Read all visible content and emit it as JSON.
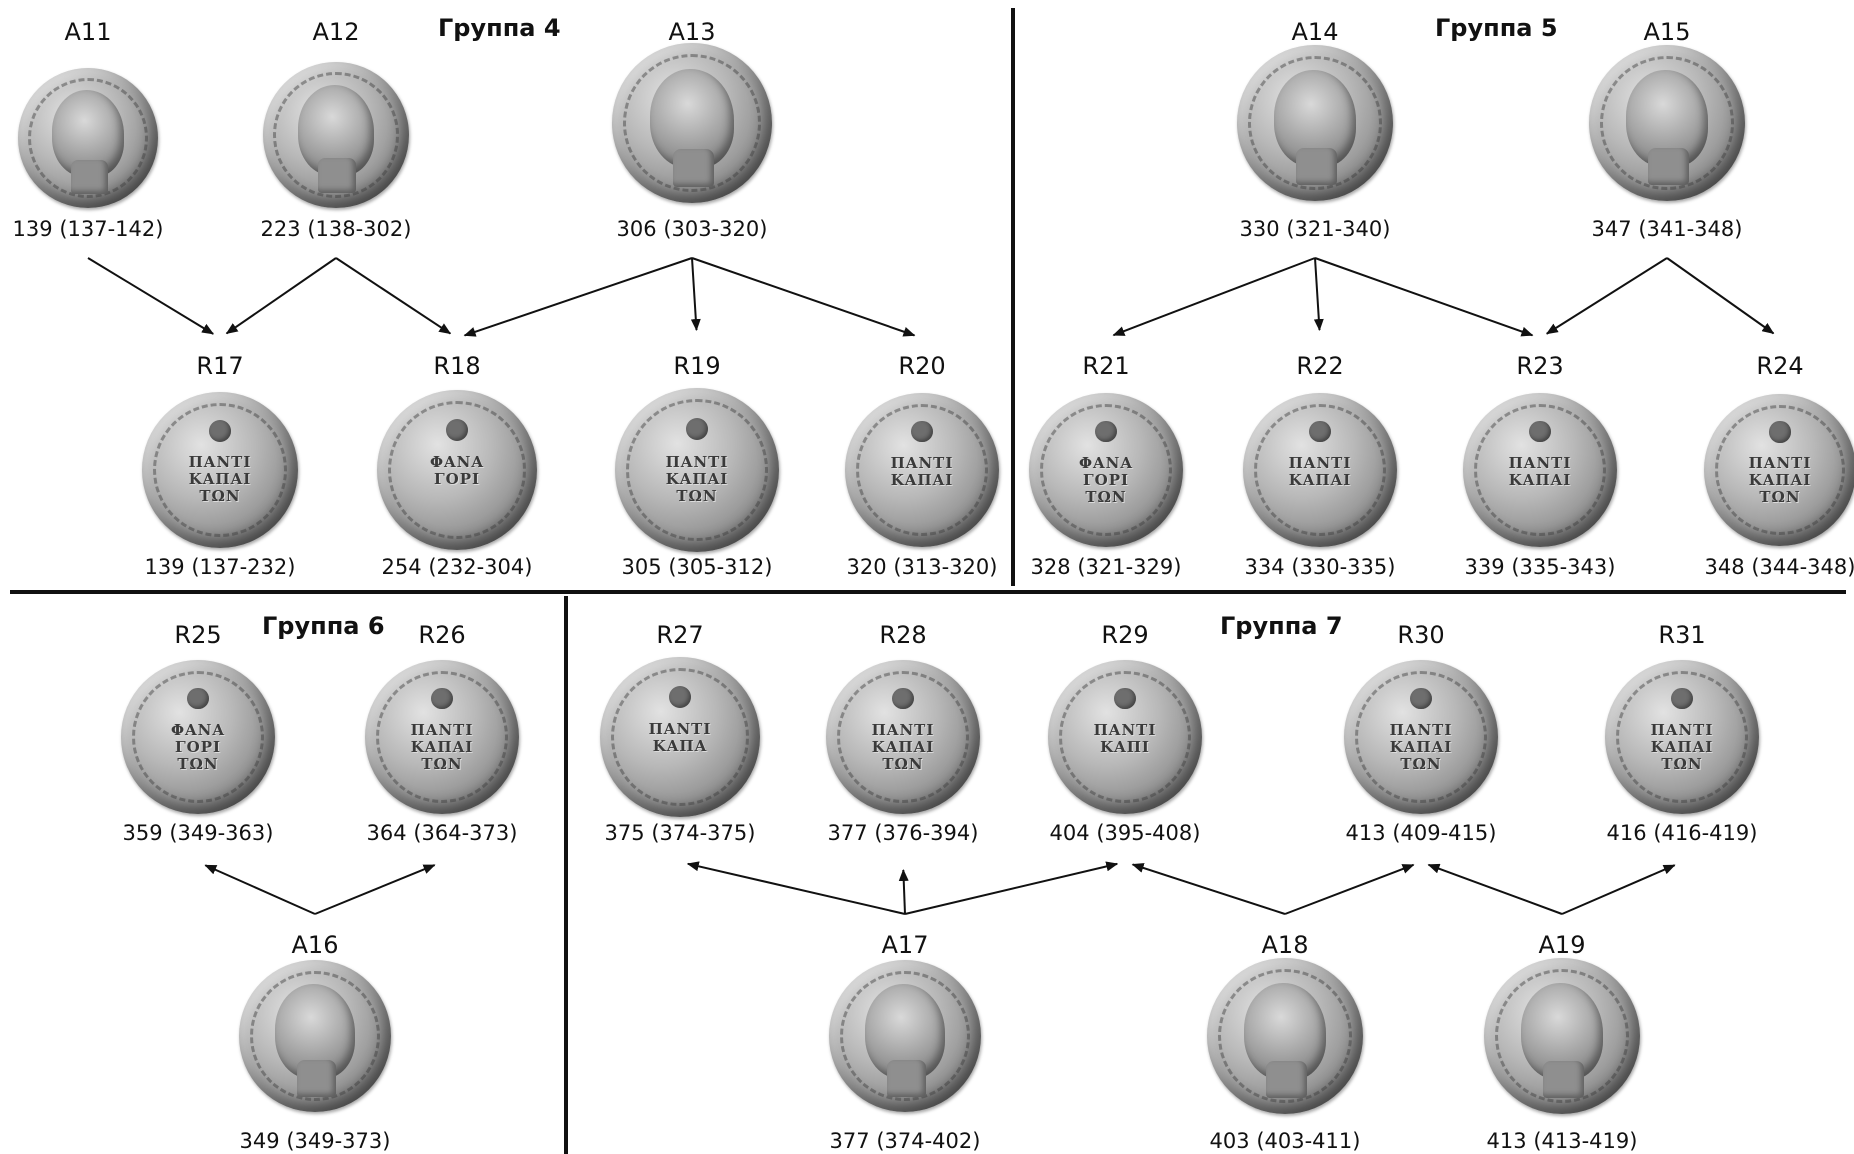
{
  "groups": [
    {
      "title": "Группа 4"
    },
    {
      "title": "Группа 5"
    },
    {
      "title": "Группа 6"
    },
    {
      "title": "Группа 7"
    }
  ],
  "obverse": [
    {
      "id": "A11",
      "value": "139 (137-142)"
    },
    {
      "id": "A12",
      "value": "223 (138-302)"
    },
    {
      "id": "A13",
      "value": "306 (303-320)"
    },
    {
      "id": "A14",
      "value": "330 (321-340)"
    },
    {
      "id": "A15",
      "value": "347 (341-348)"
    },
    {
      "id": "A16",
      "value": "349 (349-373)"
    },
    {
      "id": "A17",
      "value": "377 (374-402)"
    },
    {
      "id": "A18",
      "value": "403 (403-411)"
    },
    {
      "id": "A19",
      "value": "413 (413-419)"
    }
  ],
  "reverse": [
    {
      "id": "R17",
      "value": "139 (137-232)",
      "legend": "ΠΑΝΤΙ\nΚΑΠΑΙ\nΤΩΝ"
    },
    {
      "id": "R18",
      "value": "254 (232-304)",
      "legend": "ΦΑΝΑ\nΓΟΡΙ"
    },
    {
      "id": "R19",
      "value": "305 (305-312)",
      "legend": "ΠΑΝΤΙ\nΚΑΠΑΙ\nΤΩΝ"
    },
    {
      "id": "R20",
      "value": "320 (313-320)",
      "legend": "ΠΑΝΤΙ\nΚΑΠΑΙ"
    },
    {
      "id": "R21",
      "value": "328 (321-329)",
      "legend": "ΦΑΝΑ\nΓΟΡΙ\nΤΩΝ"
    },
    {
      "id": "R22",
      "value": "334 (330-335)",
      "legend": "ΠΑΝΤΙ\nΚΑΠΑΙ"
    },
    {
      "id": "R23",
      "value": "339 (335-343)",
      "legend": "ΠΑΝΤΙ\nΚΑΠΑΙ"
    },
    {
      "id": "R24",
      "value": "348 (344-348)",
      "legend": "ΠΑΝΤΙ\nΚΑΠΑΙ\nΤΩΝ"
    },
    {
      "id": "R25",
      "value": "359 (349-363)",
      "legend": "ΦΑΝΑ\nΓΟΡΙ\nΤΩΝ"
    },
    {
      "id": "R26",
      "value": "364 (364-373)",
      "legend": "ΠΑΝΤΙ\nΚΑΠΑΙ\nΤΩΝ"
    },
    {
      "id": "R27",
      "value": "375 (374-375)",
      "legend": "ΠΑΝΤΙ\nΚΑΠΑ"
    },
    {
      "id": "R28",
      "value": "377 (376-394)",
      "legend": "ΠΑΝΤΙ\nΚΑΠΑΙ\nΤΩΝ"
    },
    {
      "id": "R29",
      "value": "404 (395-408)",
      "legend": "ΠΑΝΤΙ\nΚΑΠΙ"
    },
    {
      "id": "R30",
      "value": "413 (409-415)",
      "legend": "ΠΑΝΤΙ\nΚΑΠΑΙ\nΤΩΝ"
    },
    {
      "id": "R31",
      "value": "416 (416-419)",
      "legend": "ΠΑΝΤΙ\nΚΑΠΑΙ\nΤΩΝ"
    }
  ],
  "links": [
    [
      "A11",
      "R17"
    ],
    [
      "A12",
      "R17"
    ],
    [
      "A12",
      "R18"
    ],
    [
      "A13",
      "R18"
    ],
    [
      "A13",
      "R19"
    ],
    [
      "A13",
      "R20"
    ],
    [
      "A14",
      "R21"
    ],
    [
      "A14",
      "R22"
    ],
    [
      "A14",
      "R23"
    ],
    [
      "A15",
      "R23"
    ],
    [
      "A15",
      "R24"
    ],
    [
      "A16",
      "R25"
    ],
    [
      "A16",
      "R26"
    ],
    [
      "A17",
      "R27"
    ],
    [
      "A17",
      "R28"
    ],
    [
      "A17",
      "R29"
    ],
    [
      "A18",
      "R29"
    ],
    [
      "A18",
      "R30"
    ],
    [
      "A19",
      "R30"
    ],
    [
      "A19",
      "R31"
    ]
  ],
  "colors": {
    "line": "#111111",
    "background": "#ffffff"
  }
}
